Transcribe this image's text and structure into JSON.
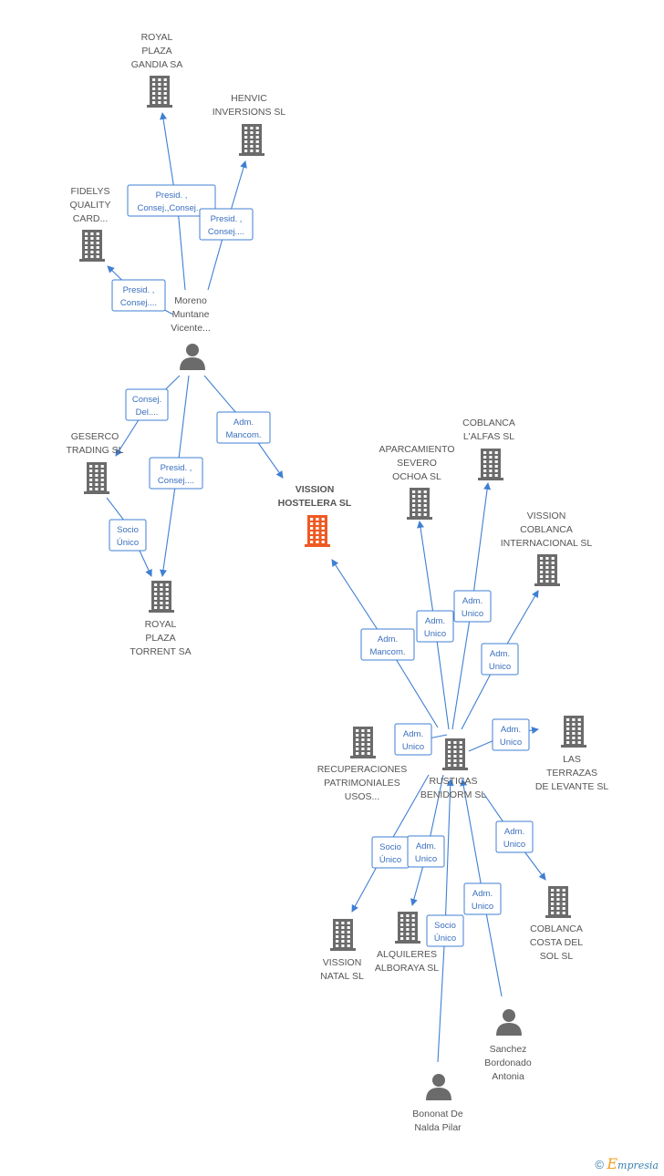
{
  "colors": {
    "company": "#6b6b6b",
    "focus_company": "#ee5a24",
    "person": "#6b6b6b",
    "edge": "#3f7fd3",
    "label": "#555555"
  },
  "nodes": [
    {
      "id": "royal_gandia",
      "type": "company",
      "lines": [
        "ROYAL",
        "PLAZA",
        "GANDIA SA"
      ]
    },
    {
      "id": "henvic",
      "type": "company",
      "lines": [
        "HENVIC",
        "INVERSIONS SL"
      ]
    },
    {
      "id": "fidelys",
      "type": "company",
      "lines": [
        "FIDELYS",
        "QUALITY",
        "CARD..."
      ]
    },
    {
      "id": "moreno",
      "type": "person",
      "lines": [
        "Moreno",
        "Muntane",
        "Vicente..."
      ]
    },
    {
      "id": "geserco",
      "type": "company",
      "lines": [
        "GESERCO",
        "TRADING SL"
      ]
    },
    {
      "id": "vission_hostelera",
      "type": "focus",
      "lines": [
        "VISSION",
        "HOSTELERA SL"
      ]
    },
    {
      "id": "royal_torrent",
      "type": "company",
      "lines": [
        "ROYAL",
        "PLAZA",
        "TORRENT SA"
      ]
    },
    {
      "id": "aparcamiento",
      "type": "company",
      "lines": [
        "APARCAMIENTO",
        "SEVERO",
        "OCHOA  SL"
      ]
    },
    {
      "id": "coblanca_alfas",
      "type": "company",
      "lines": [
        "COBLANCA",
        "L'ALFAS  SL"
      ]
    },
    {
      "id": "vission_coblanca",
      "type": "company",
      "lines": [
        "VISSION",
        "COBLANCA",
        "INTERNACIONAL SL"
      ]
    },
    {
      "id": "recuperaciones",
      "type": "company",
      "lines": [
        "RECUPERACIONES",
        "PATRIMONIALES",
        "USOS..."
      ]
    },
    {
      "id": "rusticas",
      "type": "company",
      "lines": [
        "RUSTICAS",
        "BENIDORM SL"
      ]
    },
    {
      "id": "las_terrazas",
      "type": "company",
      "lines": [
        "LAS",
        "TERRAZAS",
        "DE LEVANTE SL"
      ]
    },
    {
      "id": "vission_natal",
      "type": "company",
      "lines": [
        "VISSION",
        "NATAL SL"
      ]
    },
    {
      "id": "alquileres",
      "type": "company",
      "lines": [
        "ALQUILERES",
        "ALBORAYA SL"
      ]
    },
    {
      "id": "coblanca_costa",
      "type": "company",
      "lines": [
        "COBLANCA",
        "COSTA DEL",
        "SOL  SL"
      ]
    },
    {
      "id": "sanchez",
      "type": "person",
      "lines": [
        "Sanchez",
        "Bordonado",
        "Antonia"
      ]
    },
    {
      "id": "bononat",
      "type": "person",
      "lines": [
        "Bononat De",
        "Nalda Pilar"
      ]
    }
  ],
  "edges": [
    {
      "from": "moreno",
      "to": "royal_gandia",
      "lines": [
        "Presid. ,",
        "Consej.,Consej...."
      ]
    },
    {
      "from": "moreno",
      "to": "henvic",
      "lines": [
        "Presid. ,",
        "Consej...."
      ]
    },
    {
      "from": "moreno",
      "to": "fidelys",
      "lines": [
        "Presid. ,",
        "Consej...."
      ]
    },
    {
      "from": "moreno",
      "to": "geserco",
      "lines": [
        "Consej.",
        "Del...."
      ]
    },
    {
      "from": "moreno",
      "to": "vission_hostelera",
      "lines": [
        "Adm.",
        "Mancom."
      ]
    },
    {
      "from": "moreno",
      "to": "royal_torrent",
      "lines": [
        "Presid. ,",
        "Consej...."
      ]
    },
    {
      "from": "geserco",
      "to": "royal_torrent",
      "lines": [
        "Socio",
        "Único"
      ]
    },
    {
      "from": "rusticas",
      "to": "vission_hostelera",
      "lines": [
        "Adm.",
        "Mancom."
      ]
    },
    {
      "from": "rusticas",
      "to": "aparcamiento",
      "lines": [
        "Adm.",
        "Unico"
      ]
    },
    {
      "from": "rusticas",
      "to": "coblanca_alfas",
      "lines": [
        "Adm.",
        "Unico"
      ]
    },
    {
      "from": "rusticas",
      "to": "vission_coblanca",
      "lines": [
        "Adm.",
        "Unico"
      ]
    },
    {
      "from": "rusticas",
      "to": "recuperaciones",
      "lines": [
        "Adm.",
        "Unico"
      ]
    },
    {
      "from": "rusticas",
      "to": "las_terrazas",
      "lines": [
        "Adm.",
        "Unico"
      ]
    },
    {
      "from": "rusticas",
      "to": "vission_natal",
      "lines": [
        "Socio",
        "Único"
      ]
    },
    {
      "from": "rusticas",
      "to": "alquileres",
      "lines": [
        "Adm.",
        "Unico"
      ]
    },
    {
      "from": "rusticas",
      "to": "coblanca_costa",
      "lines": [
        "Adm.",
        "Unico"
      ]
    },
    {
      "from": "sanchez",
      "to": "rusticas",
      "lines": [
        "Adm.",
        "Unico"
      ]
    },
    {
      "from": "bononat",
      "to": "rusticas",
      "lines": [
        "Socio",
        "Único"
      ]
    }
  ],
  "footer": {
    "copyright": "©",
    "brand_initial": "E",
    "brand_rest": "mpresia"
  }
}
